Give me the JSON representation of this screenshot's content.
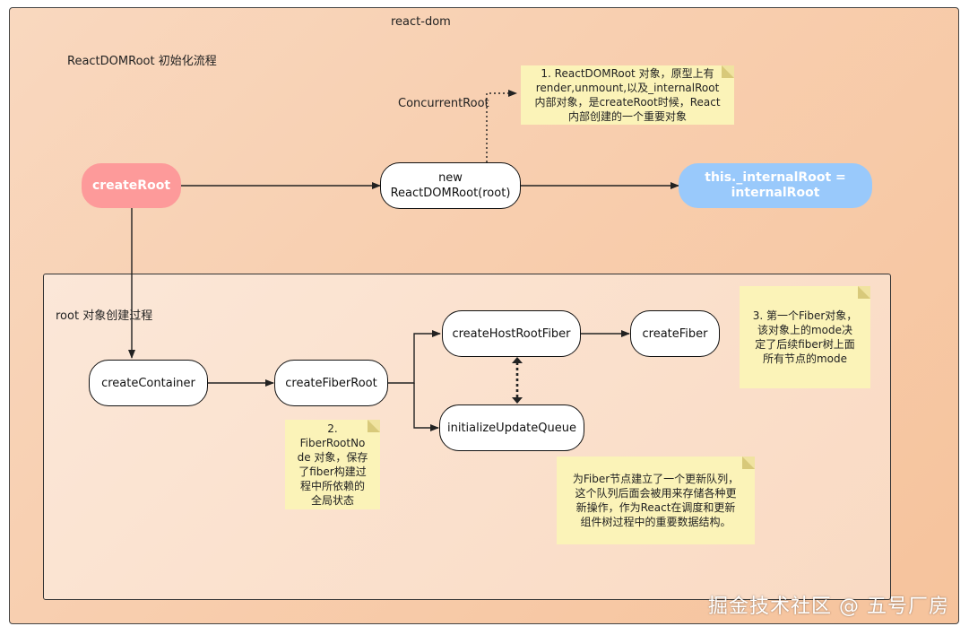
{
  "container": {
    "title": "react-dom",
    "subtitle": "ReactDOMRoot 初始化流程"
  },
  "inner_container": {
    "title": "root 对象创建过程"
  },
  "labels": {
    "concurrent_root": "ConcurrentRoot"
  },
  "nodes": {
    "create_root": "createRoot",
    "new_react_dom_root_line1": "new",
    "new_react_dom_root_line2": "ReactDOMRoot(root)",
    "internal_root_line1": "this._internalRoot =",
    "internal_root_line2": "internalRoot",
    "create_container": "createContainer",
    "create_fiber_root": "createFiberRoot",
    "create_host_root_fiber": "createHostRootFiber",
    "create_fiber": "createFiber",
    "initialize_update_queue": "initializeUpdateQueue"
  },
  "notes": {
    "note1": [
      "1. ReactDOMRoot 对象，原型上有",
      "render,unmount,以及_internalRoot",
      "内部对象，是createRoot时候，React",
      "内部创建的一个重要对象"
    ],
    "note2": [
      "2.",
      "FiberRootNo",
      "de 对象，保存",
      "了fiber构建过",
      "程中所依赖的",
      "全局状态"
    ],
    "note3": [
      "3. 第一个Fiber对象，",
      "该对象上的mode决",
      "定了后续fiber树上面",
      "所有节点的mode"
    ],
    "note4": [
      "为Fiber节点建立了一个更新队列，",
      "这个队列后面会被用来存储各种更",
      "新操作，作为React在调度和更新",
      "组件树过程中的重要数据结构。"
    ]
  },
  "footer": {
    "watermark_text": "掘金技术社区 @ 五号厂房"
  },
  "colors": {
    "create_root_fill": "#fd9a9a",
    "internal_root_fill": "#99c9fb",
    "note_fill": "#fbf3b8"
  }
}
